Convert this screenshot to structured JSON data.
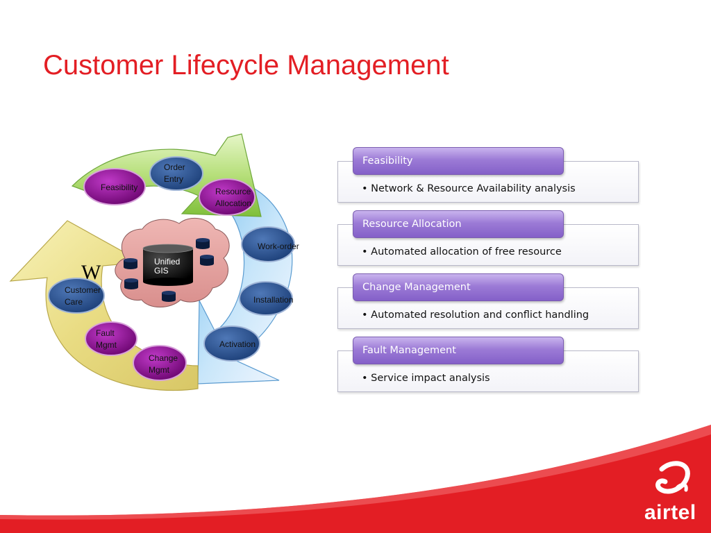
{
  "title": "Customer Lifecycle Management",
  "diagram": {
    "center": {
      "line1": "Unified",
      "line2": "GIS"
    },
    "nodes": {
      "order_entry": [
        "Order",
        "Entry"
      ],
      "feasibility": [
        "Feasibility"
      ],
      "resource_allocation": [
        "Resource",
        "Allocation"
      ],
      "work_order": [
        "Work-order"
      ],
      "installation": [
        "Installation"
      ],
      "activation": [
        "Activation"
      ],
      "customer_care": [
        "Customer",
        "Care"
      ],
      "fault_mgmt": [
        "Fault",
        "Mgmt"
      ],
      "change_mgmt": [
        "Change",
        "Mgmt"
      ]
    },
    "stray_mark": "W"
  },
  "cards": [
    {
      "heading": "Feasibility",
      "text": "• Network & Resource Availability analysis"
    },
    {
      "heading": "Resource Allocation",
      "text": "• Automated allocation of free resource"
    },
    {
      "heading": "Change Management",
      "text": "• Automated resolution and conflict handling"
    },
    {
      "heading": "Fault Management",
      "text": "• Service impact analysis"
    }
  ],
  "brand": {
    "name": "airtel"
  },
  "colors": {
    "title": "#e31e24",
    "brand_red": "#e31e24",
    "card_header": "#9c7bd6"
  }
}
